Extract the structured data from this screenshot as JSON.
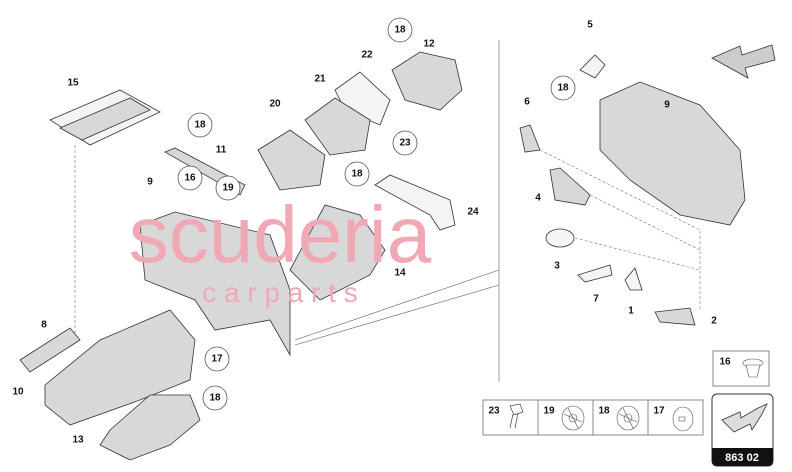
{
  "watermark": {
    "brand": "scuderia",
    "sub": "c a r p a r t s",
    "color": "#f2b8c0"
  },
  "callouts": {
    "left": [
      {
        "id": "15",
        "circled": false
      },
      {
        "id": "22",
        "circled": false
      },
      {
        "id": "18",
        "circled": true
      },
      {
        "id": "12",
        "circled": false
      },
      {
        "id": "21",
        "circled": false
      },
      {
        "id": "20",
        "circled": false
      },
      {
        "id": "18",
        "circled": true
      },
      {
        "id": "11",
        "circled": false
      },
      {
        "id": "23",
        "circled": true
      },
      {
        "id": "18",
        "circled": true
      },
      {
        "id": "9",
        "circled": false
      },
      {
        "id": "16",
        "circled": true
      },
      {
        "id": "19",
        "circled": true
      },
      {
        "id": "24",
        "circled": false
      },
      {
        "id": "14",
        "circled": false
      },
      {
        "id": "8",
        "circled": false
      },
      {
        "id": "10",
        "circled": false
      },
      {
        "id": "17",
        "circled": true
      },
      {
        "id": "18",
        "circled": true
      },
      {
        "id": "13",
        "circled": false
      }
    ],
    "right": [
      {
        "id": "5",
        "circled": false
      },
      {
        "id": "18",
        "circled": true
      },
      {
        "id": "6",
        "circled": false
      },
      {
        "id": "9",
        "circled": false
      },
      {
        "id": "4",
        "circled": false
      },
      {
        "id": "3",
        "circled": false
      },
      {
        "id": "7",
        "circled": false
      },
      {
        "id": "1",
        "circled": false
      },
      {
        "id": "2",
        "circled": false
      }
    ]
  },
  "fasteners": [
    {
      "id": "23",
      "icon": "bolt-icon"
    },
    {
      "id": "19",
      "icon": "clip-disc-icon"
    },
    {
      "id": "18",
      "icon": "clip-disc-icon"
    },
    {
      "id": "17",
      "icon": "rivet-disc-icon"
    }
  ],
  "fastener_16": {
    "id": "16",
    "icon": "push-clip-icon"
  },
  "diagram_code": "863 02"
}
